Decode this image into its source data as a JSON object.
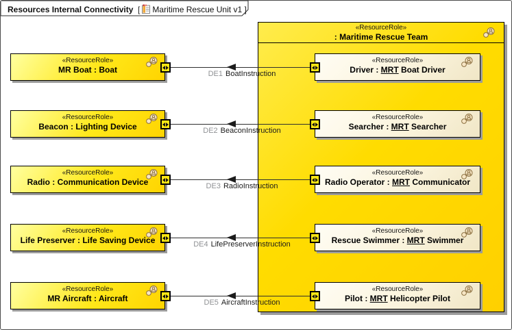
{
  "frame": {
    "title": "Resources Internal Connectivity",
    "bracket_open": "[",
    "diagram_name": "Maritime Rescue Unit v1",
    "bracket_close": "]"
  },
  "container": {
    "stereotype": "«ResourceRole»",
    "name": ": Maritime Rescue Team"
  },
  "left_boxes": [
    {
      "stereotype": "«ResourceRole»",
      "name": "MR Boat : Boat"
    },
    {
      "stereotype": "«ResourceRole»",
      "name": "Beacon : Lighting Device"
    },
    {
      "stereotype": "«ResourceRole»",
      "name": "Radio : Communication Device"
    },
    {
      "stereotype": "«ResourceRole»",
      "name": "Life Preserver : Life Saving Device"
    },
    {
      "stereotype": "«ResourceRole»",
      "name": "MR Aircraft : Aircraft"
    }
  ],
  "right_boxes": [
    {
      "stereotype": "«ResourceRole»",
      "name_pre": "Driver : ",
      "name_underlined": "MRT",
      "name_post": " Boat Driver"
    },
    {
      "stereotype": "«ResourceRole»",
      "name_pre": "Searcher : ",
      "name_underlined": "MRT",
      "name_post": " Searcher"
    },
    {
      "stereotype": "«ResourceRole»",
      "name_pre": "Radio Operator : ",
      "name_underlined": "MRT",
      "name_post": " Communicator"
    },
    {
      "stereotype": "«ResourceRole»",
      "name_pre": "Rescue Swimmer : ",
      "name_underlined": "MRT",
      "name_post": " Swimmer"
    },
    {
      "stereotype": "«ResourceRole»",
      "name_pre": "Pilot : ",
      "name_underlined": "MRT",
      "name_post": " Helicopter Pilot"
    }
  ],
  "connectors": [
    {
      "id": "DE1",
      "name": "BoatInstruction"
    },
    {
      "id": "DE2",
      "name": "BeaconInstruction"
    },
    {
      "id": "DE3",
      "name": "RadioInstruction"
    },
    {
      "id": "DE4",
      "name": "LifePreserverInstruction"
    },
    {
      "id": "DE5",
      "name": "AircraftInstruction"
    }
  ],
  "colors": {
    "box_fill_light": "#ffffa0",
    "box_fill_gold": "#ffd400",
    "container_fill": "#ffdc00",
    "inner_box_fill": "#fbf4dd",
    "port_fill": "#ffe814",
    "border": "#000000",
    "shadow": "#9b9b9b",
    "connector_id_gray": "#8f9194"
  }
}
